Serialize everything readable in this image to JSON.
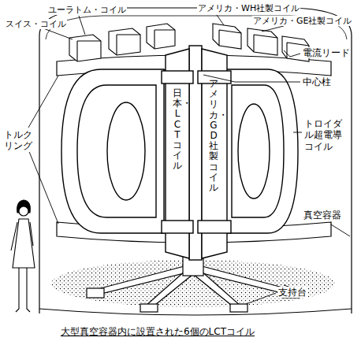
{
  "diagram": {
    "caption": "大型真空容器内に設置された6個のLCTコイル",
    "labels": [
      "ユーラトム・コイル",
      "アメリカ・WH社製コイル",
      "スイス・コイル",
      "アメリカ・GE社製コイル",
      "電流リード",
      "中心柱",
      "トルクリング",
      "日本・LCTコイル",
      "アメリカ・GD社製コイル",
      "トロイダル超電導コイル",
      "真空容器",
      "支持台"
    ]
  }
}
